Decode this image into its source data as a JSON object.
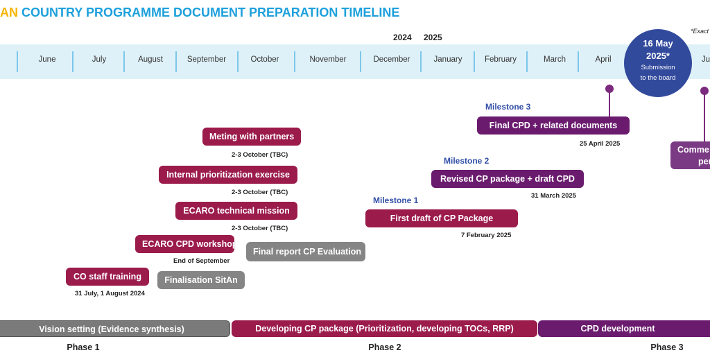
{
  "title": {
    "prefix": "AN",
    "main": "COUNTRY PROGRAMME DOCUMENT PREPARATION TIMELINE"
  },
  "years": [
    "2024",
    "2025"
  ],
  "note": "*Exact",
  "months": [
    "June",
    "July",
    "August",
    "September",
    "October",
    "November",
    "December",
    "January",
    "February",
    "March",
    "April",
    "Ju"
  ],
  "submission": {
    "date": "16 May",
    "year": "2025*",
    "line1": "Submission",
    "line2": "to the board"
  },
  "milestones": [
    {
      "label": "Milestone 1",
      "box": "First draft of CP Package",
      "date": "7 February 2025"
    },
    {
      "label": "Milestone 2",
      "box": "Revised CP package + draft CPD",
      "date": "31 March 2025"
    },
    {
      "label": "Milestone 3",
      "box": "Final CPD + related documents",
      "date": "25 April 2025"
    }
  ],
  "comment": {
    "line1": "Comme",
    "line2": "peric"
  },
  "activities": [
    {
      "box": "Meting with partners",
      "date": "2-3 October (TBC)"
    },
    {
      "box": "Internal prioritization exercise",
      "date": "2-3 October (TBC)"
    },
    {
      "box": "ECARO technical mission",
      "date": "2-3 October (TBC)"
    },
    {
      "box": "ECARO CPD  workshop",
      "date": "End of September"
    },
    {
      "box": "CO staff training",
      "date": "31 July, 1 August 2024"
    },
    {
      "box": "Finalisation SitAn"
    },
    {
      "box": "Final report CP Evaluation"
    }
  ],
  "phases": [
    {
      "bar": "Vision setting (Evidence synthesis)",
      "label": "Phase 1",
      "color": "#7a7a7a"
    },
    {
      "bar": "Developing CP package (Prioritization, developing TOCs, RRP)",
      "label": "Phase 2",
      "color": "#9b1b4b"
    },
    {
      "bar": "CPD development",
      "label": "Phase 3",
      "color": "#6a1b6e"
    }
  ]
}
